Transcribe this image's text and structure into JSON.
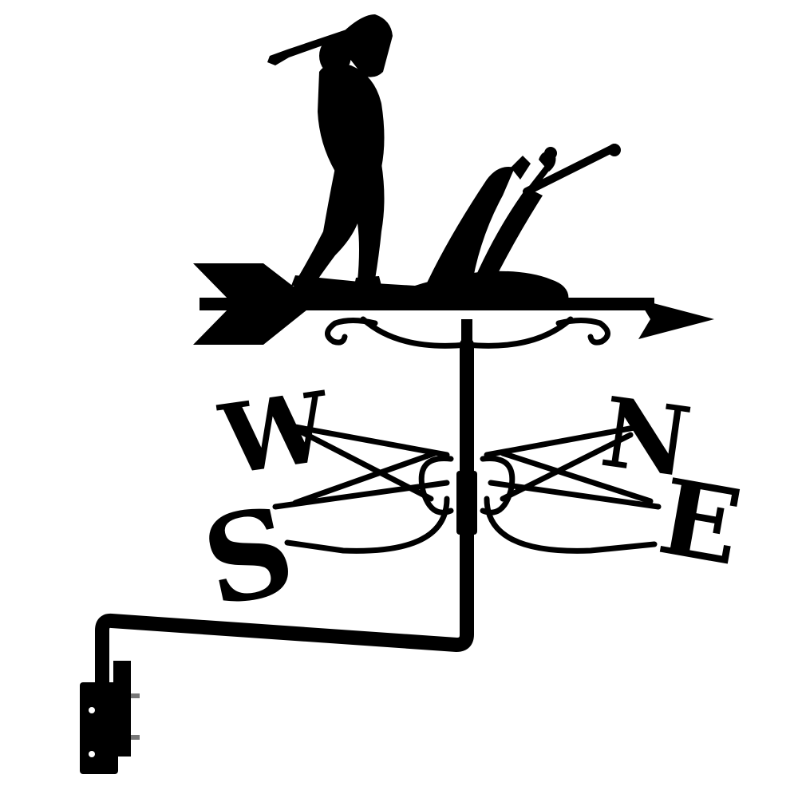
{
  "image": {
    "subject": "weathervane",
    "background_color": "#ffffff",
    "ink_color": "#000000"
  },
  "compass_letters": {
    "west": "W",
    "north": "N",
    "south": "S",
    "east": "E"
  }
}
